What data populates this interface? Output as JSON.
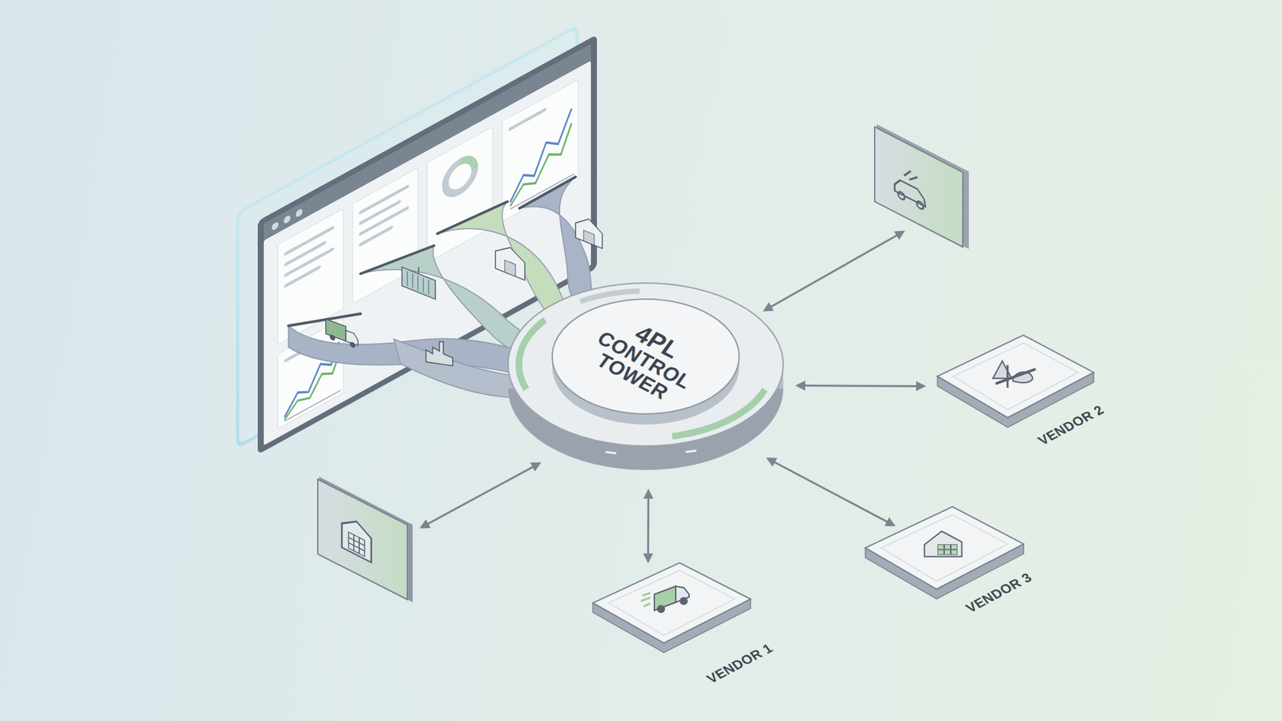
{
  "diagram": {
    "nodes": [
      {
        "text": [
          "4PL CONTROL TOWER"
        ]
      },
      {
        "text": [
          "VENDOR 1"
        ]
      },
      {
        "text": [
          "VENDOR 2"
        ]
      },
      {
        "text": [
          "VENDOR 3"
        ]
      }
    ],
    "edges": [
      {
        "from": 0,
        "to": 1,
        "arrow": "both"
      },
      {
        "from": 0,
        "to": 2,
        "arrow": "both"
      },
      {
        "from": 0,
        "to": 3,
        "arrow": "both"
      }
    ]
  }
}
